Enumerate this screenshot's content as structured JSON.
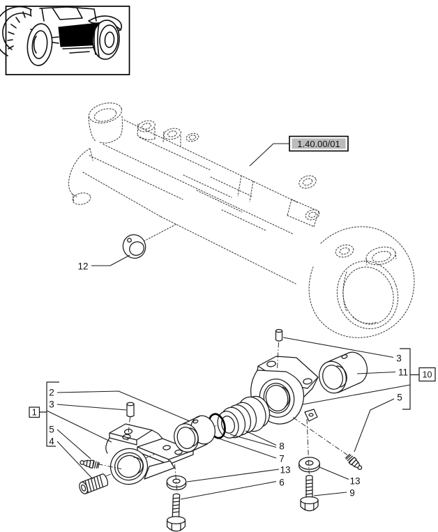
{
  "reference": {
    "code": "1.40.00/01"
  },
  "callouts": {
    "seal_ring": "12",
    "front_assembly_box": "1",
    "front_support": "2",
    "front_pin": "3",
    "front_grease_fitting": "5",
    "front_plug": "4",
    "boot": "8",
    "oring": "7",
    "front_washer": "13",
    "front_bolt": "6",
    "rear_pin": "3",
    "rear_bushing": "11",
    "rear_assembly_box": "10",
    "rear_grease_fitting": "5",
    "rear_washer": "13",
    "rear_bolt": "9"
  }
}
